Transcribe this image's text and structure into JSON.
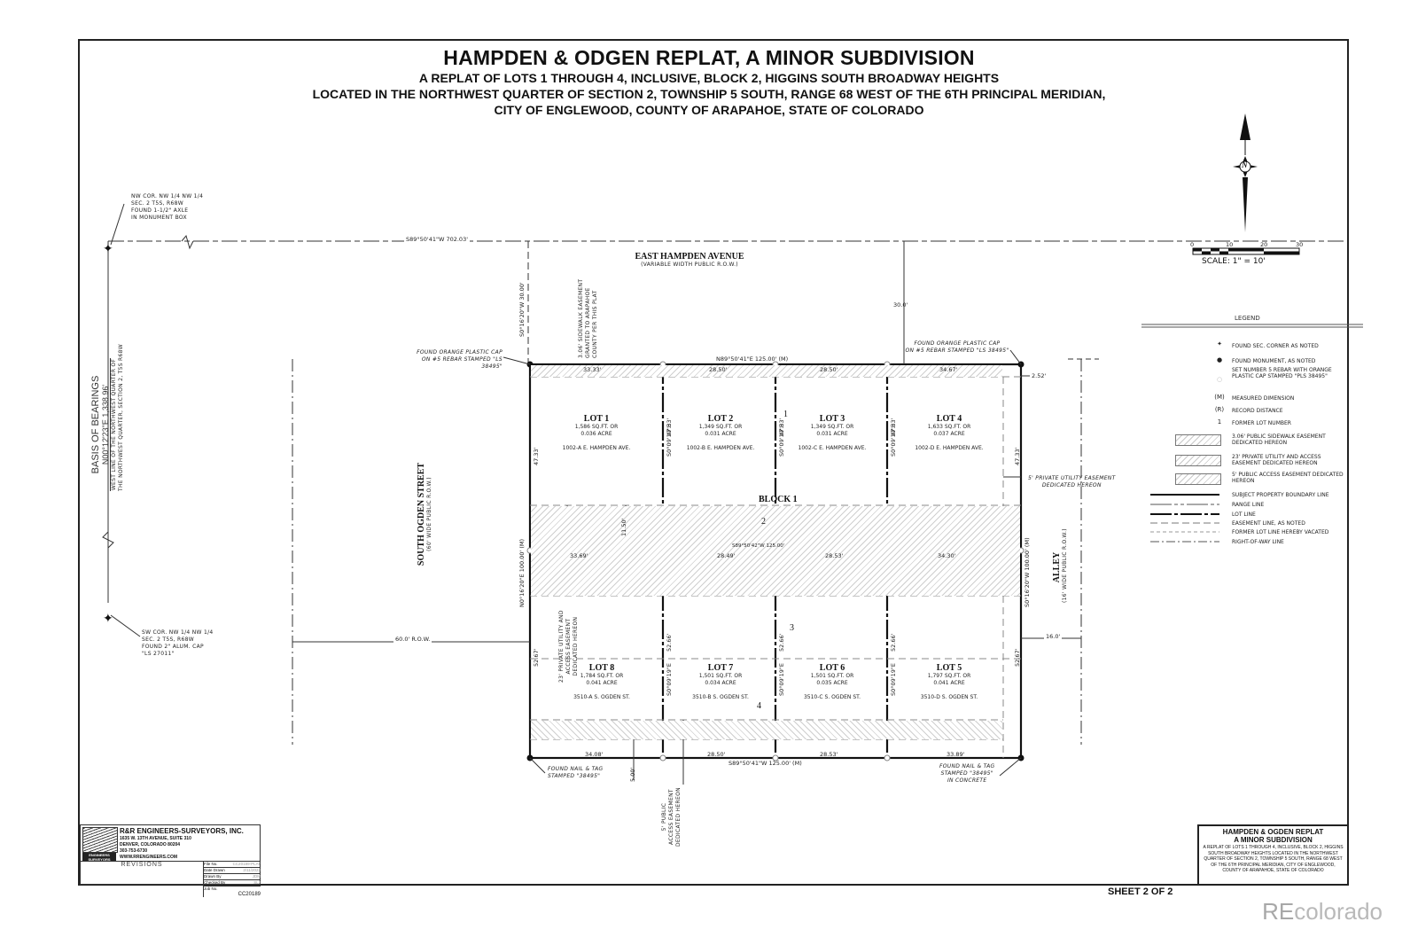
{
  "header": {
    "title": "HAMPDEN & ODGEN REPLAT, A MINOR SUBDIVISION",
    "subtitle_1": "A REPLAT OF LOTS 1 THROUGH 4, INCLUSIVE, BLOCK 2, HIGGINS SOUTH BROADWAY HEIGHTS",
    "subtitle_2": "LOCATED IN THE NORTHWEST QUARTER OF SECTION 2, TOWNSHIP 5 SOUTH, RANGE 68 WEST OF THE 6TH PRINCIPAL MERIDIAN,",
    "subtitle_3": "CITY OF ENGLEWOOD, COUNTY OF ARAPAHOE, STATE OF COLORADO"
  },
  "north_arrow": {
    "letter": "N"
  },
  "scale_bar": {
    "ticks": [
      "0",
      "10",
      "20",
      "30"
    ],
    "label": "SCALE:  1\"  =  10'"
  },
  "corners": {
    "nw": [
      "NW COR. NW 1/4 NW 1/4",
      "SEC. 2 T5S, R68W",
      "FOUND 1-1/2\" AXLE",
      "IN MONUMENT BOX"
    ],
    "sw": [
      "SW COR. NW 1/4 NW 1/4",
      "SEC. 2 T5S, R68W",
      "FOUND 2\" ALUM. CAP",
      "\"LS 27011\""
    ]
  },
  "basis_of_bearings": {
    "title": "BASIS OF BEARINGS",
    "bearing": "N00°12'23\"E 1,338.96'",
    "line1": "WEST LINE OF THE NORTHWEST QUARTER OF",
    "line2": "THE NORTHWEST QUARTER, SECTION 2, T5S R68W"
  },
  "streets": {
    "hampden": {
      "name": "EAST HAMPDEN AVENUE",
      "note": "(VARIABLE WIDTH PUBLIC R.O.W.)"
    },
    "ogden": {
      "name": "SOUTH OGDEN STREET",
      "note": "(60' WIDE PUBLIC R.O.W.)"
    },
    "alley": {
      "name": "ALLEY",
      "note": "(16' WIDE PUBLIC R.O.W.)"
    }
  },
  "dimensions": {
    "top_line": "S89°50'41\"W  702.03'",
    "row_30": "S0°16'20\"W  30.00'",
    "row_30_right": "30.0'",
    "north_boundary": "N89°50'41\"E  125.00' (M)",
    "south_boundary": "S89°50'41\"W  125.00' (M)",
    "mid_line": "S89°50'42\"W  125.00'",
    "west_boundary": "N0°16'20\"E  100.00' (M)",
    "east_boundary": "S0°16'20\"W  100.00' (M)",
    "ogden_row": "60.0' R.O.W.",
    "alley_width": "16.0'",
    "offset_right": "2.52'",
    "easement_depth": "11.50'",
    "access_depth": "5.00'",
    "north_segments": [
      "33.33'",
      "28.50'",
      "28.50'",
      "34.67'"
    ],
    "mid_segments": [
      "33.69'",
      "28.49'",
      "28.53'",
      "34.30'"
    ],
    "south_segments": [
      "34.08'",
      "28.50'",
      "28.53'",
      "33.89'"
    ],
    "lot_line_bearing": "S0°09'19\"E",
    "north_lot_depth": "47.33'",
    "south_lot_depth": "52.66'",
    "south_edge_depth": "52.67'"
  },
  "notes": {
    "found_cap_nw": [
      "FOUND ORANGE PLASTIC CAP",
      "ON #5 REBAR STAMPED \"LS 38495\""
    ],
    "found_cap_ne": [
      "FOUND ORANGE PLASTIC CAP",
      "ON #5 REBAR STAMPED \"LS 38495\""
    ],
    "found_nail_sw": [
      "FOUND NAIL & TAG",
      "STAMPED \"38495\""
    ],
    "found_nail_se": [
      "FOUND NAIL & TAG",
      "STAMPED \"38495\"",
      "IN CONCRETE"
    ],
    "sidewalk_easement": [
      "3.06' SIDEWALK EASEMENT",
      "GRANTED TO ARAPAHOE",
      "COUNTY PER THIS PLAT"
    ],
    "private_utility_5": [
      "5' PRIVATE UTILITY EASEMENT",
      "DEDICATED HEREON"
    ],
    "private_utility_23": [
      "23' PRIVATE UTILITY AND",
      "ACCESS EASEMENT",
      "DEDICATED HEREON"
    ],
    "public_access_5": [
      "5' PUBLIC",
      "ACCESS EASEMENT",
      "DEDICATED HEREON"
    ]
  },
  "block_label": "BLOCK 1",
  "former_lots": [
    "1",
    "2",
    "3",
    "4"
  ],
  "lots": [
    {
      "name": "LOT 1",
      "sqft": "1,586 SQ.FT. OR",
      "acre": "0.036 ACRE",
      "address": "1002-A E. HAMPDEN AVE."
    },
    {
      "name": "LOT 2",
      "sqft": "1,349 SQ.FT. OR",
      "acre": "0.031 ACRE",
      "address": "1002-B E. HAMPDEN AVE."
    },
    {
      "name": "LOT 3",
      "sqft": "1,349 SQ.FT. OR",
      "acre": "0.031 ACRE",
      "address": "1002-C E. HAMPDEN AVE."
    },
    {
      "name": "LOT 4",
      "sqft": "1,633 SQ.FT. OR",
      "acre": "0.037 ACRE",
      "address": "1002-D E. HAMPDEN AVE."
    },
    {
      "name": "LOT 5",
      "sqft": "1,797 SQ.FT. OR",
      "acre": "0.041 ACRE",
      "address": "3510-D S. OGDEN ST."
    },
    {
      "name": "LOT 6",
      "sqft": "1,501 SQ.FT. OR",
      "acre": "0.035 ACRE",
      "address": "3510-C S. OGDEN ST."
    },
    {
      "name": "LOT 7",
      "sqft": "1,501 SQ.FT. OR",
      "acre": "0.034 ACRE",
      "address": "3510-B S. OGDEN ST."
    },
    {
      "name": "LOT 8",
      "sqft": "1,784 SQ.FT. OR",
      "acre": "0.041 ACRE",
      "address": "3510-A S. OGDEN ST."
    }
  ],
  "legend": {
    "title": "LEGEND",
    "items": [
      {
        "symbol": "✦",
        "label": "FOUND SEC. CORNER AS NOTED"
      },
      {
        "symbol": "●",
        "label": "FOUND MONUMENT, AS NOTED"
      },
      {
        "symbol": "○",
        "label": "SET NUMBER 5 REBAR WITH ORANGE PLASTIC CAP STAMPED \"PLS 38495\""
      },
      {
        "symbol": "(M)",
        "label": "MEASURED DIMENSION"
      },
      {
        "symbol": "(R)",
        "label": "RECORD DISTANCE"
      },
      {
        "symbol": "1",
        "label": "FORMER LOT NUMBER"
      },
      {
        "symbol": "hatch",
        "label": "3.06' PUBLIC SIDEWALK EASEMENT DEDICATED HEREON"
      },
      {
        "symbol": "hatch",
        "label": "23' PRIVATE UTILITY AND ACCESS EASEMENT DEDICATED HEREON"
      },
      {
        "symbol": "hatch",
        "label": "5' PUBLIC ACCESS EASEMENT DEDICATED HEREON"
      },
      {
        "symbol": "line",
        "label": "SUBJECT PROPERTY BOUNDARY LINE"
      },
      {
        "symbol": "line",
        "label": "RANGE LINE"
      },
      {
        "symbol": "line",
        "label": "LOT LINE"
      },
      {
        "symbol": "line",
        "label": "EASEMENT LINE, AS NOTED"
      },
      {
        "symbol": "line",
        "label": "FORMER LOT LINE HEREBY VACATED"
      },
      {
        "symbol": "line",
        "label": "RIGHT-OF-WAY LINE"
      }
    ]
  },
  "firm": {
    "name": "R&R ENGINEERS-SURVEYORS, INC.",
    "address1": "1635 W. 13TH AVENUE, SUITE 310",
    "address2": "DENVER, COLORADO 80204",
    "phone": "303-753-6730",
    "web": "WWW.RRENGINEERS.COM",
    "badge": "ENGINEERS SURVEYORS",
    "revisions_label": "REVISIONS",
    "fields": [
      {
        "label": "File No.",
        "value": "CC20189-PLAT"
      },
      {
        "label": "Date Drawn",
        "value": "2/11/2022"
      },
      {
        "label": "Drawn By",
        "value": "JDM"
      },
      {
        "label": "Checked By",
        "value": "SLJ"
      },
      {
        "label": "Job No.",
        "value": ""
      }
    ],
    "job_no": "CC20189"
  },
  "title_block": {
    "title1": "HAMPDEN & OGDEN REPLAT",
    "title2": "A MINOR SUBDIVISION",
    "desc": "A REPLAT OF LOTS 1 THROUGH 4, INCLUSIVE, BLOCK 2, HIGGINS SOUTH BROADWAY HEIGHTS LOCATED IN THE NORTHWEST QUARTER OF SECTION 2, TOWNSHIP 5 SOUTH, RANGE 68 WEST OF THE 6TH PRINCIPAL MERIDIAN, CITY OF ENGLEWOOD, COUNTY OF ARAPAHOE, STATE OF COLORADO",
    "sheet": "SHEET 2 OF 2"
  },
  "watermark": {
    "re": "RE",
    "rest": "colorado"
  }
}
